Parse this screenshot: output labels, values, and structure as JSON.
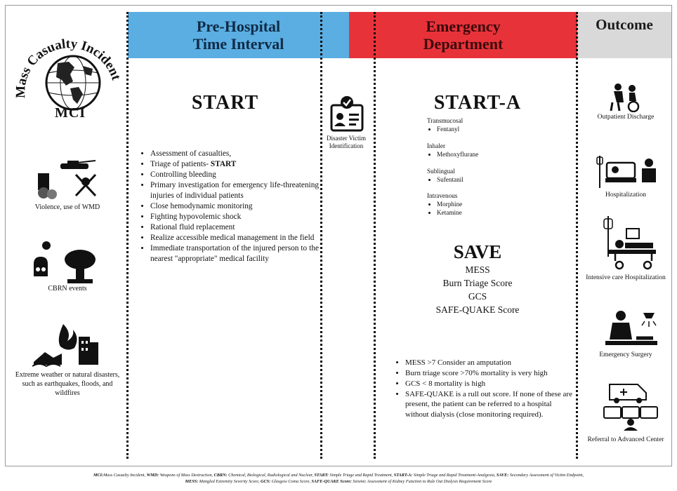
{
  "headers": {
    "pre_hospital_line1": "Pre-Hospital",
    "pre_hospital_line2": "Time Interval",
    "emergency_line1": "Emergency",
    "emergency_line2": "Department",
    "outcome": "Outcome"
  },
  "mci": {
    "title": "Mass Casualty Incident",
    "abbr": "MCI"
  },
  "causes": [
    {
      "label": "Violence, use of WMD"
    },
    {
      "label": "CBRN events"
    },
    {
      "label": "Extreme weather or natural disasters, such as earthquakes, floods, and wildfires"
    }
  ],
  "start": {
    "title": "START",
    "items": [
      "Assessment of casualties,",
      "Controlling bleeding",
      "Primary investigation for emergency life-threatening injuries of individual patients",
      "Close hemodynamic monitoring",
      "Fighting hypovolemic shock",
      "Rational fluid replacement",
      "Realize accessible medical management in the field",
      "Immediate transportation of the injured person to the nearest \"appropriate\" medical facility"
    ],
    "triage_prefix": "Triage of patients- ",
    "triage_bold": "START"
  },
  "dvi": {
    "label": "Disaster Victim Identification"
  },
  "start_a": {
    "title": "START-A",
    "routes": [
      {
        "name": "Transmucosal",
        "drugs": [
          "Fentanyl"
        ]
      },
      {
        "name": "Inhaler",
        "drugs": [
          "Methoxyflurane"
        ]
      },
      {
        "name": "Sublingual",
        "drugs": [
          "Sufentanil"
        ]
      },
      {
        "name": "Intravenous",
        "drugs": [
          "Morphine",
          "Ketamine"
        ]
      }
    ]
  },
  "save": {
    "title": "SAVE",
    "scores": [
      "MESS",
      "Burn Triage Score",
      "GCS",
      "SAFE-QUAKE Score"
    ],
    "items": [
      "MESS >7 Consider an amputation",
      "Burn triage score >70% mortality is very high",
      "GCS < 8 mortality is high",
      "SAFE-QUAKE is a rull out score. If none of these are present, the patient can be referred to a hospital without dialysis (close monitoring required)."
    ]
  },
  "outcomes": [
    {
      "label": "Outpatient Discharge"
    },
    {
      "label": "Hospitalization"
    },
    {
      "label": "Intensive care Hospitalization"
    },
    {
      "label": "Emergency Surgery"
    },
    {
      "label": "Referral to Advanced Center"
    }
  ],
  "footnote": {
    "l1_mci": "MCI:",
    "l1_mci_t": "Mass Casualty Incident, ",
    "l1_wmd": "WMD:",
    "l1_wmd_t": " Weapons of Mass Destruction, ",
    "l1_cbrn": "CBRN:",
    "l1_cbrn_t": " Chemical, Biological, Radiological and Nuclear, ",
    "l1_start": "START:",
    "l1_start_t": " Simple Triage and Rapid Treatment, ",
    "l1_starta": "START-A:",
    "l1_starta_t": " Simple Triage and Rapid Treatment-Analgesia, ",
    "l1_save": "SAVE:",
    "l1_save_t": " Secondary Assessment of Victim Endpoint,",
    "l2_mess": "MESS:",
    "l2_mess_t": " Mangled Extremity Severity Score, ",
    "l2_gcs": "GCS:",
    "l2_gcs_t": " Glasgow Coma Score, ",
    "l2_sq": "SAFE-QUAKE Score:",
    "l2_sq_t": " Seismic Assessment of Kidney Function to Rule Out Dialysis Requirement Score"
  }
}
